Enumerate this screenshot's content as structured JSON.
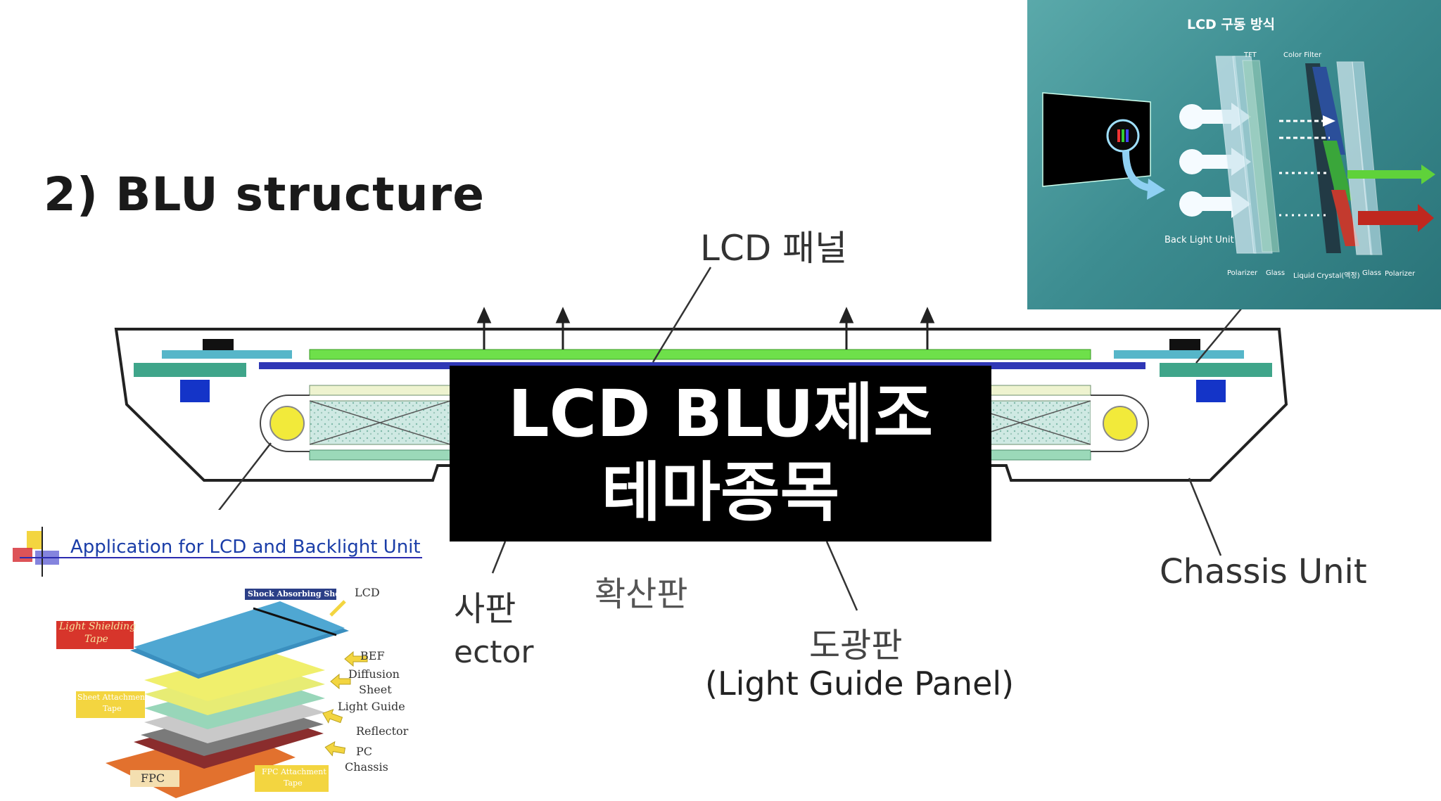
{
  "heading": "2) BLU structure",
  "labels": {
    "lcd_panel": "LCD 패널",
    "chassis": "Chassis Unit",
    "reflector_ko": "사판",
    "reflector_en": "ector",
    "diffuser_ko": "확산판",
    "lgp_ko": "도광판",
    "lgp_en": "(Light Guide Panel)"
  },
  "title_overlay": {
    "line1": "LCD BLU제조",
    "line2": "테마종목"
  },
  "inset": {
    "title": "LCD 구동 방식",
    "tft": "TFT",
    "color_filter": "Color Filter",
    "back_light_unit": "Back Light Unit",
    "polarizer_1": "Polarizer",
    "glass_1": "Glass",
    "liquid_crystal": "Liquid Crystal(액정)",
    "glass_2": "Glass",
    "polarizer_2": "Polarizer"
  },
  "layer_panel": {
    "title": "Application for LCD  and Backlight Unit",
    "shock_absorbing": "Shock Absorbing Sheet",
    "lcd": "LCD",
    "light_shielding": [
      "Light Shielding",
      "Tape"
    ],
    "bef": "BEF",
    "diffusion": [
      "Diffusion",
      "Sheet"
    ],
    "sheet_attachment": [
      "Sheet Attachment",
      "Tape"
    ],
    "light_guide": "Light Guide",
    "reflector": "Reflector",
    "pc_chassis": [
      "PC",
      "Chassis"
    ],
    "fpc": "FPC",
    "fpc_attachment": [
      "FPC Attachment",
      "Tape"
    ]
  },
  "colors": {
    "lcd_panel_green": "#6ee04a",
    "blue_line": "#2f37b5",
    "teal_pcb": "#3fa58a",
    "lamp_yellow": "#f2ea3a",
    "title_bg": "#000000",
    "inset_bg": "#3d8d91"
  }
}
